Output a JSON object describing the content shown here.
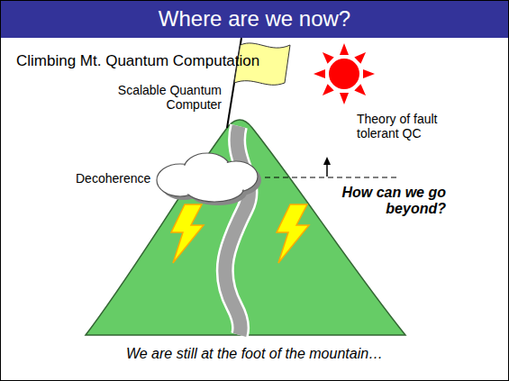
{
  "diagram": {
    "title": "Where are we now?",
    "caption": "We are still at the foot of the mountain…",
    "labels": [
      "Climbing Mt. Quantum Computation",
      "Scalable Quantum Computer",
      "Theory of fault tolerant QC",
      "Decoherence",
      "How can we go beyond?"
    ]
  }
}
